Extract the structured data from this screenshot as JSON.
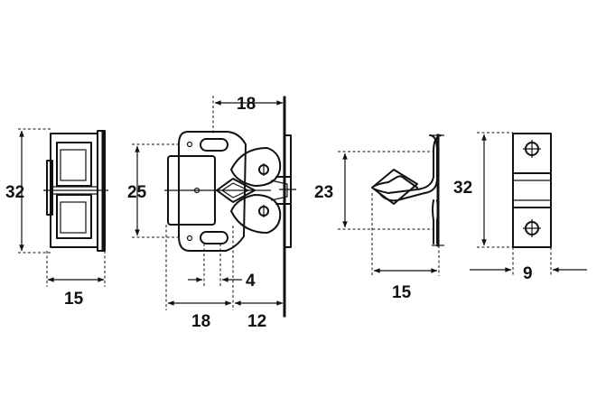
{
  "dimensions": {
    "view1_height": "32",
    "view1_width": "15",
    "view2_top": "18",
    "view2_height": "25",
    "view2_gap": "4",
    "view2_bottom_left": "18",
    "view2_bottom_right": "12",
    "view3_height": "23",
    "view3_width": "15",
    "view4_height": "32",
    "view4_width": "9"
  },
  "colors": {
    "line": "#111111",
    "background": "#ffffff"
  }
}
